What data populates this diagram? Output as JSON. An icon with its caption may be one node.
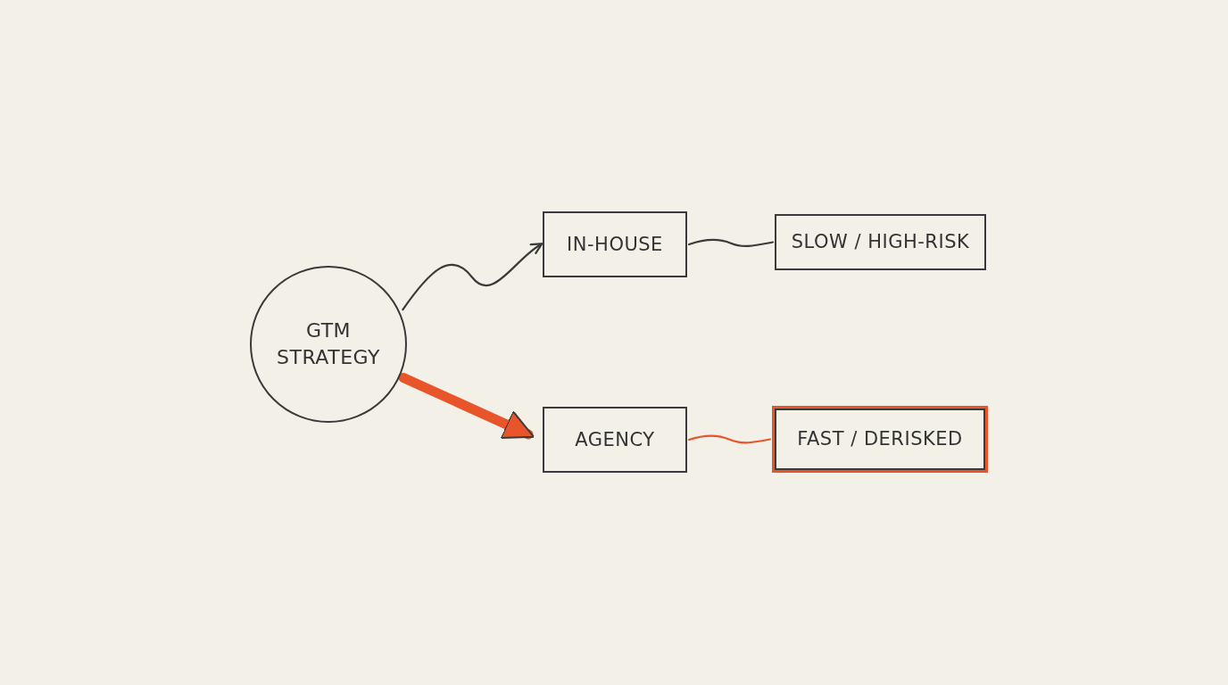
{
  "diagram": {
    "nodes": [
      {
        "text": [
          "GTM STRATEGY"
        ]
      },
      {
        "text": [
          "IN-HOUSE"
        ]
      },
      {
        "text": [
          "SLOW / HIGH-RISK"
        ]
      },
      {
        "text": [
          "AGENCY"
        ]
      },
      {
        "text": [
          "FAST / DERISKED"
        ]
      }
    ],
    "edges": [
      {
        "from": 0,
        "to": 1,
        "arrow": "to"
      },
      {
        "from": 0,
        "to": 3,
        "arrow": "to",
        "style": "thick",
        "color": "#e8552a"
      },
      {
        "from": 1,
        "to": 2,
        "arrow": "none"
      },
      {
        "from": 3,
        "to": 4,
        "arrow": "none",
        "color": "#e8552a"
      }
    ]
  }
}
